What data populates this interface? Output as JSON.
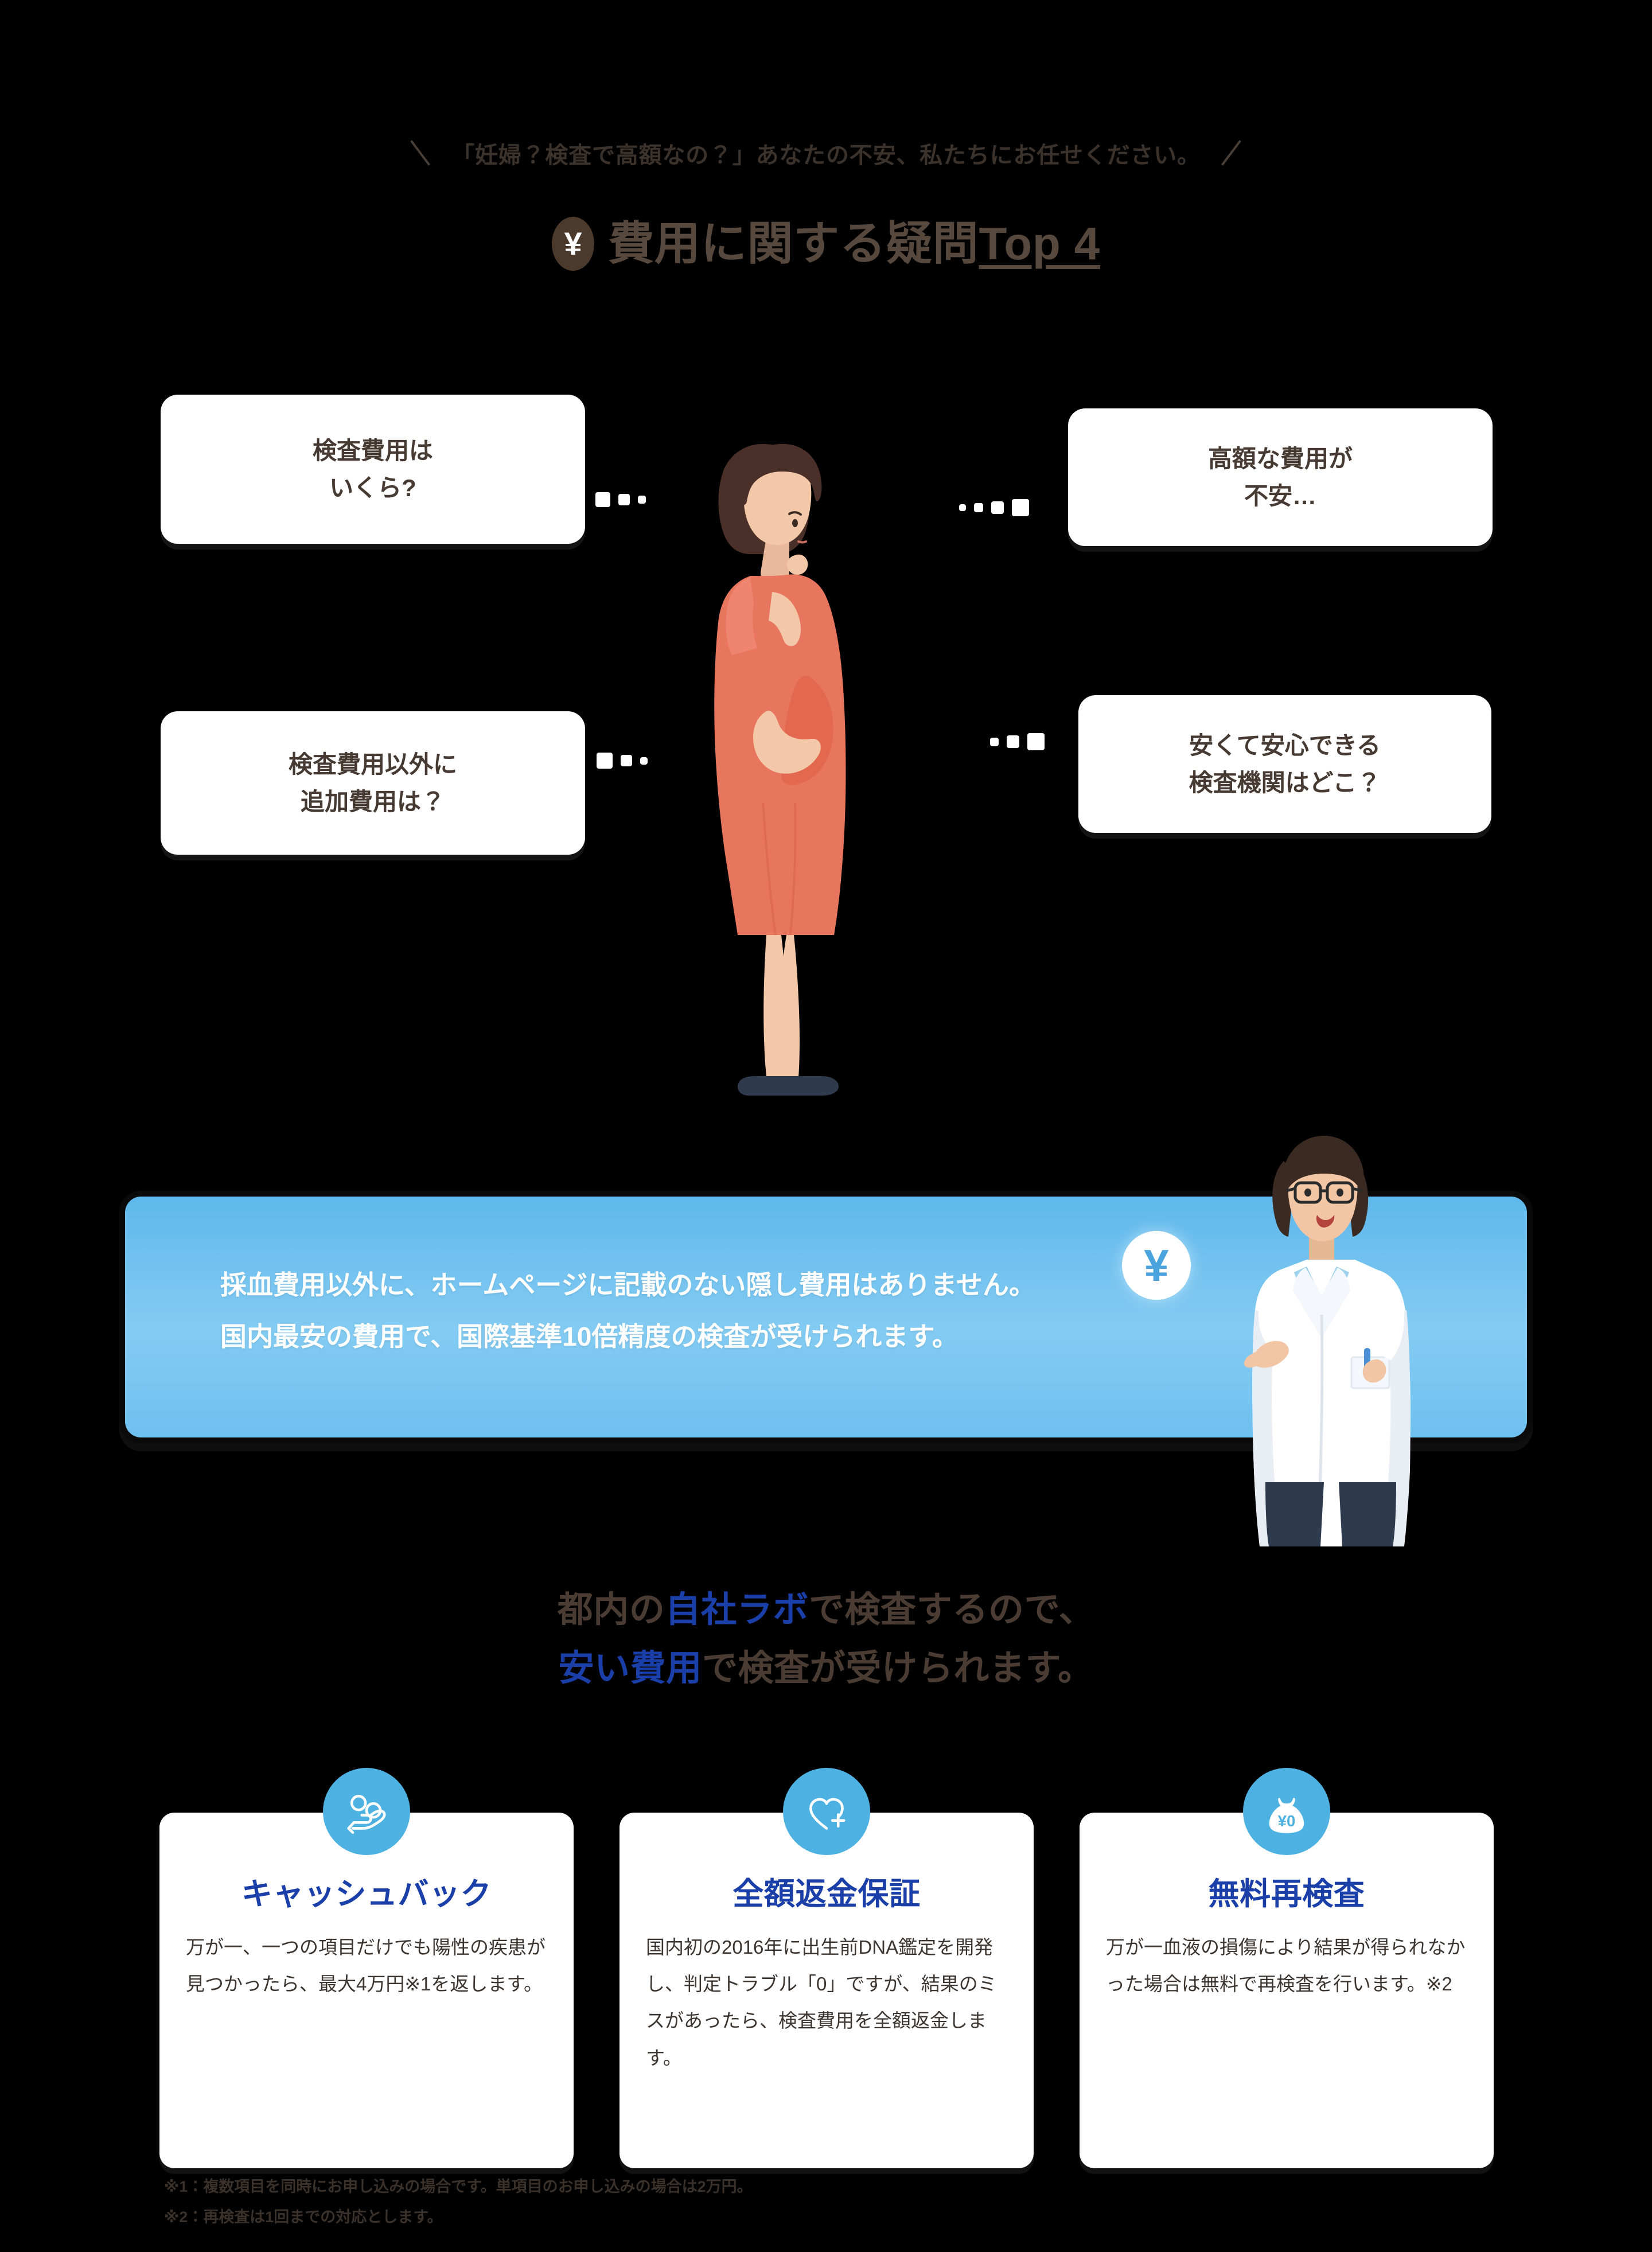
{
  "header": {
    "slash_left": "＼",
    "slash_right": "／",
    "tagline": "「妊婦？検査で高額なの？」あなたの不安、私たちにお任せください。",
    "yen_badge": "¥",
    "title_main": "費用に関する疑問",
    "title_suffix": "Top 4"
  },
  "bubbles": [
    {
      "name": "cost-question",
      "line1": "検査費用は",
      "line2": "いくら?"
    },
    {
      "name": "high-cost-worry",
      "line1": "高額な費用が",
      "line2": "不安…"
    },
    {
      "name": "extra-cost-question",
      "line1": "検査費用以外に",
      "line2": "追加費用は？"
    },
    {
      "name": "cheap-safe-lab-question",
      "line1": "安くて安心できる",
      "line2": "検査機関はどこ？"
    }
  ],
  "banner": {
    "line1": "採血費用以外に、ホームページに記載のない隠し費用はありません。",
    "line2": "国内最安の費用で、国際基準10倍精度の検査が受けられます。",
    "yen_symbol": "¥"
  },
  "lab_heading": {
    "line1_a": "都内の",
    "line1_hl": "自社ラボ",
    "line1_b": "で検査するので、",
    "line2_hl": "安い費用",
    "line2_b": "で検査が受けられます。"
  },
  "cards": [
    {
      "icon": "hand-with-coins-icon",
      "title": "キャッシュバック",
      "body": "万が一、一つの項目だけでも陽性の疾患が見つかったら、最大4万円※1を返します。"
    },
    {
      "icon": "heart-plus-icon",
      "title": "全額返金保証",
      "body": "国内初の2016年に出生前DNA鑑定を開発し、判定トラブル「0」ですが、結果のミスがあったら、検査費用を全額返金します。"
    },
    {
      "icon": "money-bag-zero-icon",
      "title": "無料再検査",
      "body": "万が一血液の損傷により結果が得られなかった場合は無料で再検査を行います。※2"
    }
  ],
  "footnotes": [
    "※1：複数項目を同時にお申し込みの場合です。単項目のお申し込みの場合は2万円。",
    "※2：再検査は1回までの対応とします。"
  ],
  "colors": {
    "background": "#000000",
    "bubble_bg": "#ffffff",
    "bubble_text": "#463a32",
    "banner_blue": "#6ec0ef",
    "accent_blue": "#1b3fa8",
    "icon_circle": "#4db2e2",
    "heading_brown": "#4a3c33"
  }
}
